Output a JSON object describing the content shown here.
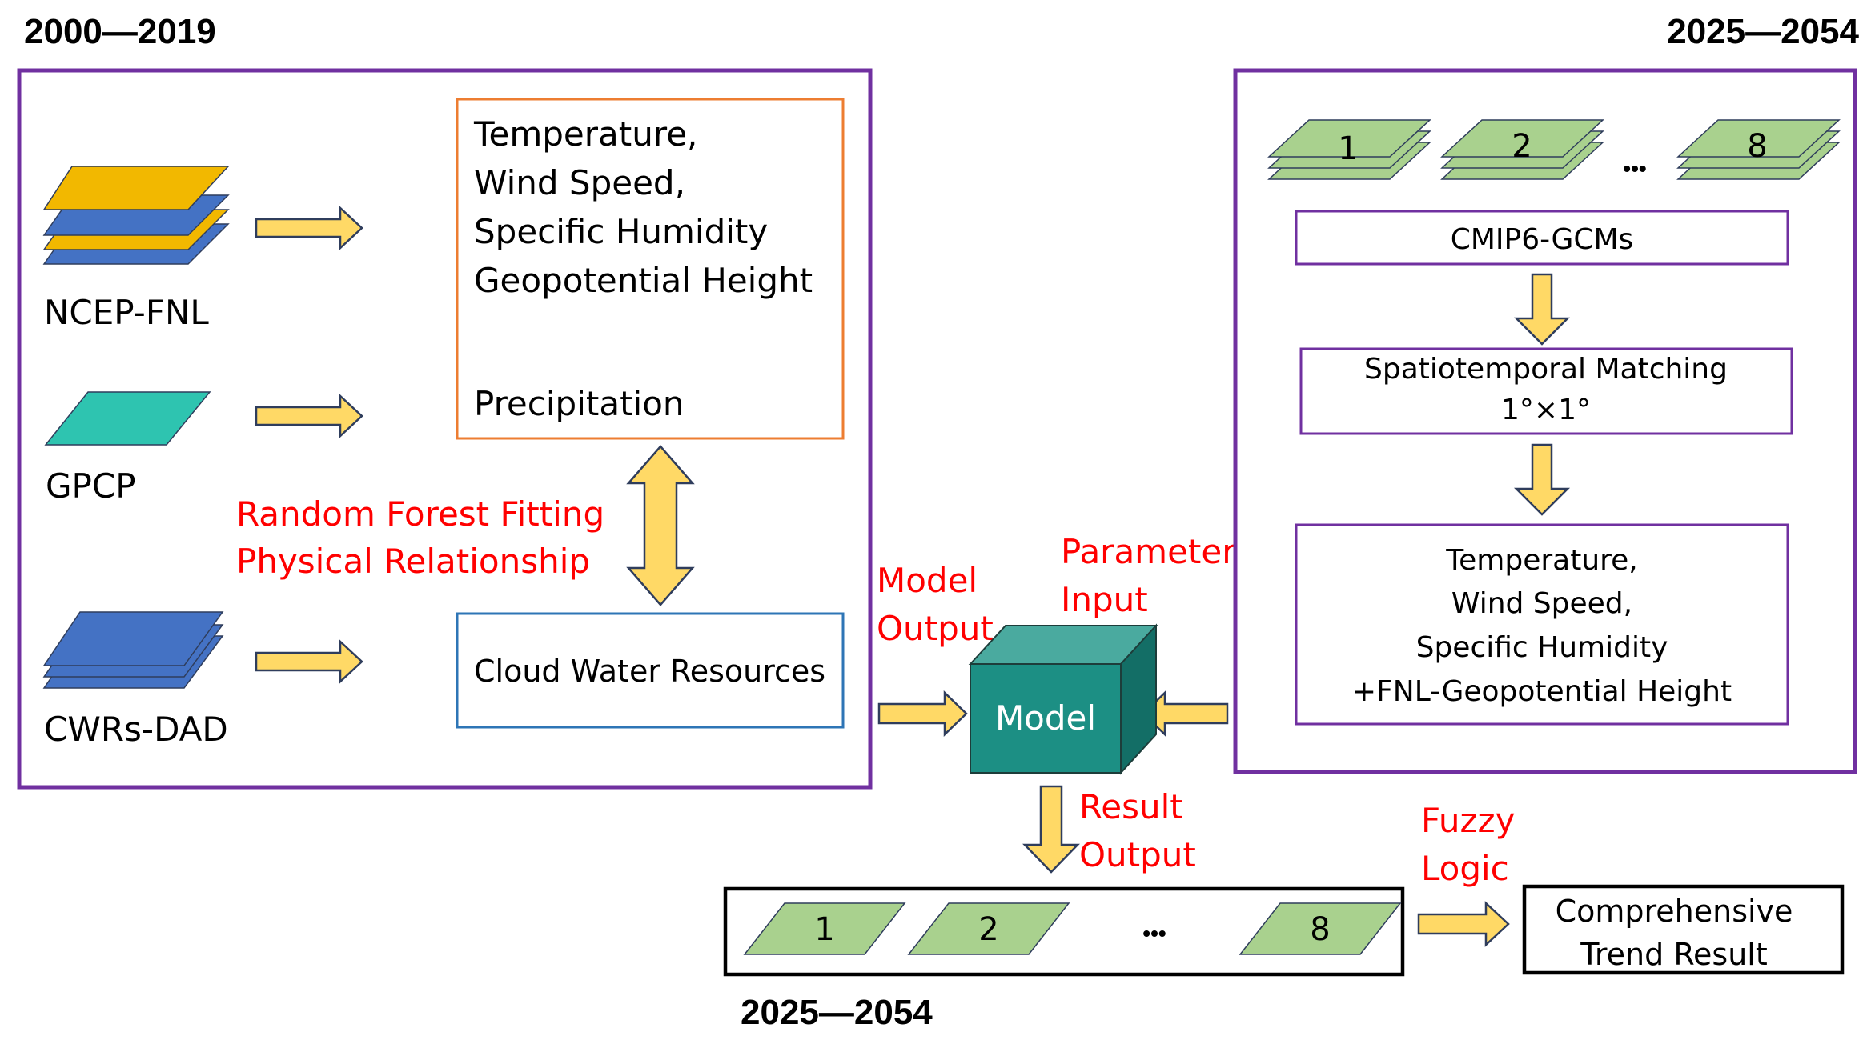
{
  "periods": {
    "historical": "2000—2019",
    "future_top": "2025—2054",
    "future_bottom": "2025—2054"
  },
  "sources": {
    "ncep": "NCEP-FNL",
    "gpcp": "GPCP",
    "cwrs": "CWRs-DAD"
  },
  "variables": {
    "line1": "Temperature,",
    "line2": "Wind Speed,",
    "line3": "Specific Humidity",
    "line4": "Geopotential Height",
    "precip": "Precipitation"
  },
  "cloud_water": "Cloud Water Resources",
  "rf": {
    "line1": "Random Forest Fitting",
    "line2": "Physical Relationship"
  },
  "model": {
    "label": "Model",
    "output_line1": "Model",
    "output_line2": "Output",
    "param_line1": "Parameter",
    "param_line2": "Input",
    "result_line1": "Result",
    "result_line2": "Output"
  },
  "cmip6": {
    "title": "CMIP6-GCMs",
    "layer_labels": [
      "1",
      "2",
      "8"
    ],
    "ellipsis": "•••",
    "matching_line1": "Spatiotemporal Matching",
    "matching_line2": "1°×1°",
    "vars_line1": "Temperature,",
    "vars_line2": "Wind Speed,",
    "vars_line3": "Specific Humidity",
    "vars_line4": "+FNL-Geopotential Height"
  },
  "results": {
    "labels": [
      "1",
      "2",
      "8"
    ],
    "ellipsis": "•••"
  },
  "fuzzy": {
    "line1": "Fuzzy",
    "line2": "Logic"
  },
  "trend": {
    "line1": "Comprehensive",
    "line2": "Trend Result"
  },
  "colors": {
    "frame_purple": "#7030a0",
    "orange": "#ed7d31",
    "blue_box": "#2e75b6",
    "red_text": "#ff0000",
    "arrow_fill": "#ffd966",
    "arrow_stroke": "#2f3d5c",
    "layer_gold": "#f2b800",
    "layer_blue": "#4472c4",
    "layer_teal": "#2ec4b0",
    "layer_green": "#a9d18e",
    "model_front": "#1c8f84",
    "model_top": "#4aaa9f",
    "model_side": "#136e66"
  }
}
